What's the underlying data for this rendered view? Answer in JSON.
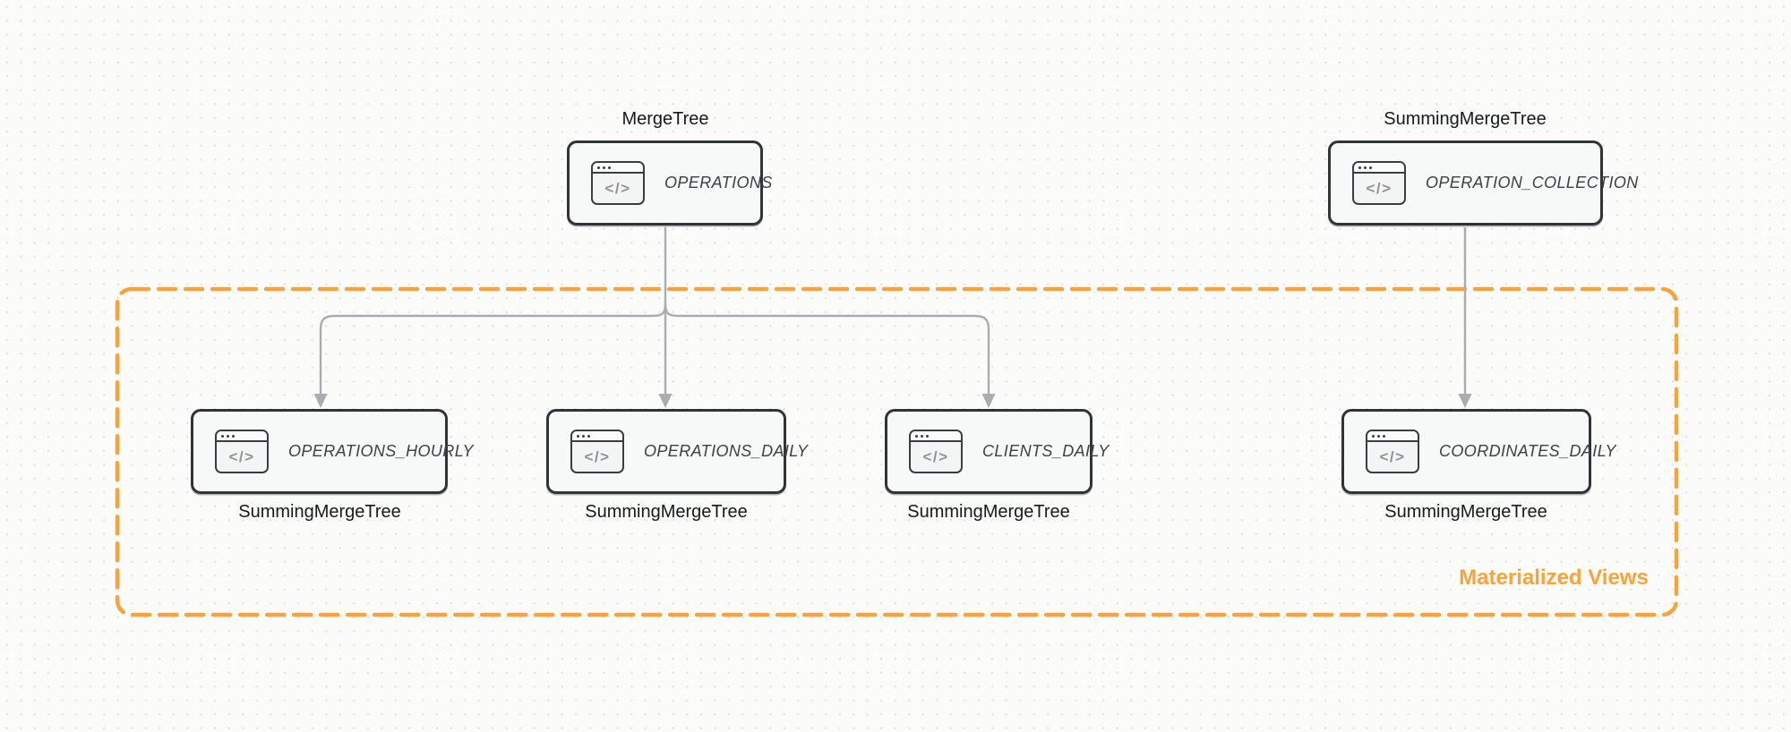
{
  "colors": {
    "accent_orange": "#f7a43c",
    "arrow_gray": "#aaacaf",
    "node_border": "#2f3439",
    "node_fill": "#f7f8f8",
    "node_text": "#3c4146",
    "label_text": "#17191c",
    "background": "#fbfbfa",
    "dot_grid": "#e3e5e8"
  },
  "icon": {
    "name": "code-window-icon",
    "glyph": "</>"
  },
  "group": {
    "label": "Materialized Views"
  },
  "nodes": [
    {
      "id": "operations",
      "title": "OPERATIONS",
      "engine_label": "MergeTree",
      "engine_position": "above"
    },
    {
      "id": "operation_collection",
      "title": "OPERATION_COLLECTION",
      "engine_label": "SummingMergeTree",
      "engine_position": "above"
    },
    {
      "id": "operations_hourly",
      "title": "OPERATIONS_HOURLY",
      "engine_label": "SummingMergeTree",
      "engine_position": "below"
    },
    {
      "id": "operations_daily",
      "title": "OPERATIONS_DAILY",
      "engine_label": "SummingMergeTree",
      "engine_position": "below"
    },
    {
      "id": "clients_daily",
      "title": "CLIENTS_DAILY",
      "engine_label": "SummingMergeTree",
      "engine_position": "below"
    },
    {
      "id": "coordinates_daily",
      "title": "COORDINATES_DAILY",
      "engine_label": "SummingMergeTree",
      "engine_position": "below"
    }
  ],
  "edges": [
    {
      "from": "OPERATIONS",
      "to": "OPERATIONS_HOURLY"
    },
    {
      "from": "OPERATIONS",
      "to": "OPERATIONS_DAILY"
    },
    {
      "from": "OPERATIONS",
      "to": "CLIENTS_DAILY"
    },
    {
      "from": "OPERATION_COLLECTION",
      "to": "COORDINATES_DAILY"
    }
  ]
}
